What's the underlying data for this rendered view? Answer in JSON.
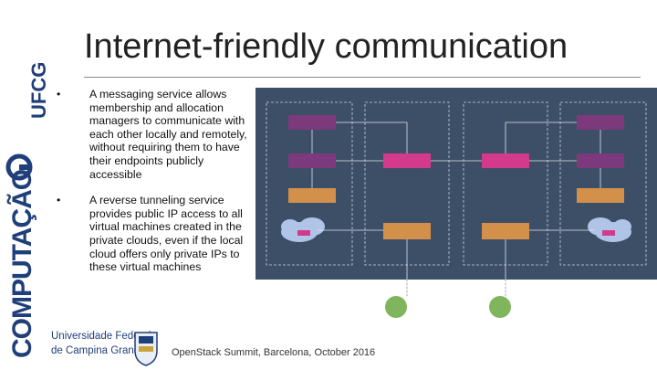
{
  "slide": {
    "title": "Internet-friendly communication",
    "caption": "OpenStack Summit, Barcelona, October 2016"
  },
  "logo": {
    "vertical_text": "COMPUTAÇÃO",
    "vertical_text_2": "UFCG",
    "university_line1": "Universidade Federal",
    "university_line2": "de Campina Grande"
  },
  "bullets": [
    {
      "mark": "•",
      "text": "A messaging service allows membership and allocation managers to communicate with each other locally and remotely,  without requiring them to have their endpoints publicly accessible"
    },
    {
      "mark": "•",
      "text": "A reverse tunneling service provides public IP access to all virtual machines created in the private clouds, even if the local cloud offers only private IPs to these virtual machines"
    }
  ],
  "colors": {
    "diagram_bg": "#3d4f66",
    "membership": "#7c3a7c",
    "messaging": "#d43a8c",
    "reverse": "#d3904a",
    "cloud": "#b0c4e8",
    "client": "#7fb55c"
  }
}
